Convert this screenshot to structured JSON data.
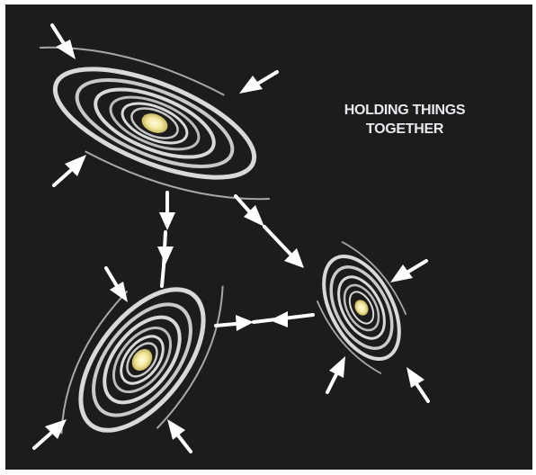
{
  "title": {
    "line1": "HOLDING THINGS",
    "line2": "TOGETHER"
  },
  "colors": {
    "background": "#1c1c1c",
    "ring": "#d9d9d9",
    "core": "#f3e9a0",
    "arrow": "#ffffff",
    "text": "#e8e8ee"
  },
  "icons": {
    "galaxy": "spiral-galaxy-icon",
    "arrow": "arrow-icon"
  },
  "galaxies": [
    {
      "id": "top-left"
    },
    {
      "id": "bottom-left"
    },
    {
      "id": "right"
    }
  ]
}
